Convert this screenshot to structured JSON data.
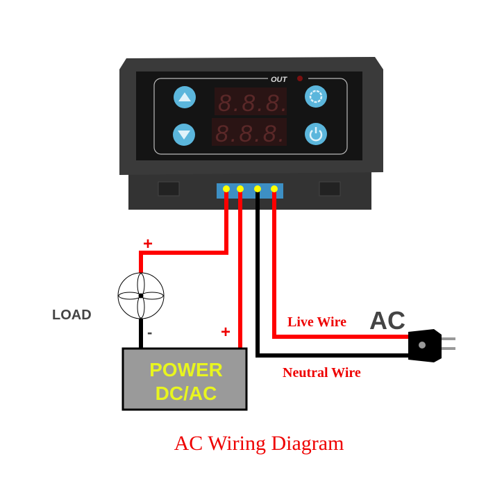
{
  "device": {
    "out_label": "OUT",
    "display_top": "8.8.8.",
    "display_bottom": "8.8.8.",
    "buttons": [
      "up",
      "down",
      "set",
      "power"
    ]
  },
  "labels": {
    "load": "LOAD",
    "load_plus": "+",
    "load_minus": "-",
    "power_plus": "+",
    "power_line1": "POWER",
    "power_line2": "DC/AC",
    "live_wire": "Live Wire",
    "neutral_wire": "Neutral Wire",
    "ac": "AC"
  },
  "title": "AC Wiring Diagram",
  "colors": {
    "wire_red": "#ff0000",
    "wire_black": "#000000",
    "terminal": "#ffff00",
    "button": "#5bb6dc",
    "power_box": "#9a9a9a",
    "power_text": "#e8f51f"
  }
}
